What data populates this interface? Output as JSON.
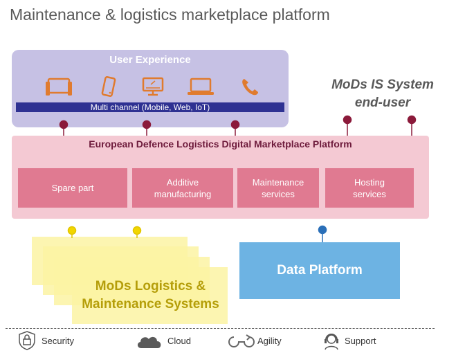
{
  "title": "Maintenance & logistics marketplace platform",
  "user_experience": {
    "title": "User Experience",
    "channel_bar": "Multi channel (Mobile,  Web, IoT)",
    "icons": [
      "tablet-icon",
      "mobile-phone-icon",
      "desktop-monitor-icon",
      "laptop-icon",
      "telephone-icon"
    ]
  },
  "mods_is": {
    "line1": "MoDs IS System",
    "line2": "end-user"
  },
  "platform": {
    "title": "European Defence Logistics Digital Marketplace Platform",
    "modules": [
      "Spare part",
      "Additive\nmanufacturing",
      "Maintenance\nservices",
      "Hosting\nservices"
    ]
  },
  "mods_logistics": "MoDs Logistics &\nMaintenance Systems",
  "data_platform": "Data Platform",
  "legend": [
    {
      "icon": "security-icon",
      "label": "Security"
    },
    {
      "icon": "cloud-icon",
      "label": "Cloud"
    },
    {
      "icon": "agility-icon",
      "label": "Agility"
    },
    {
      "icon": "support-icon",
      "label": "Support"
    }
  ],
  "colors": {
    "ux_bg": "#c6c1e4",
    "channel_bar": "#2e3192",
    "icon_orange": "#e07b2e",
    "platform_bg": "#f4c9d3",
    "module_bg": "#e07a91",
    "yellow_stack": "#fbf3a3",
    "data_platform": "#6db3e3",
    "connector_red": "#8b1a3a",
    "connector_yellow": "#f2d600",
    "connector_blue": "#2a6fb8"
  }
}
